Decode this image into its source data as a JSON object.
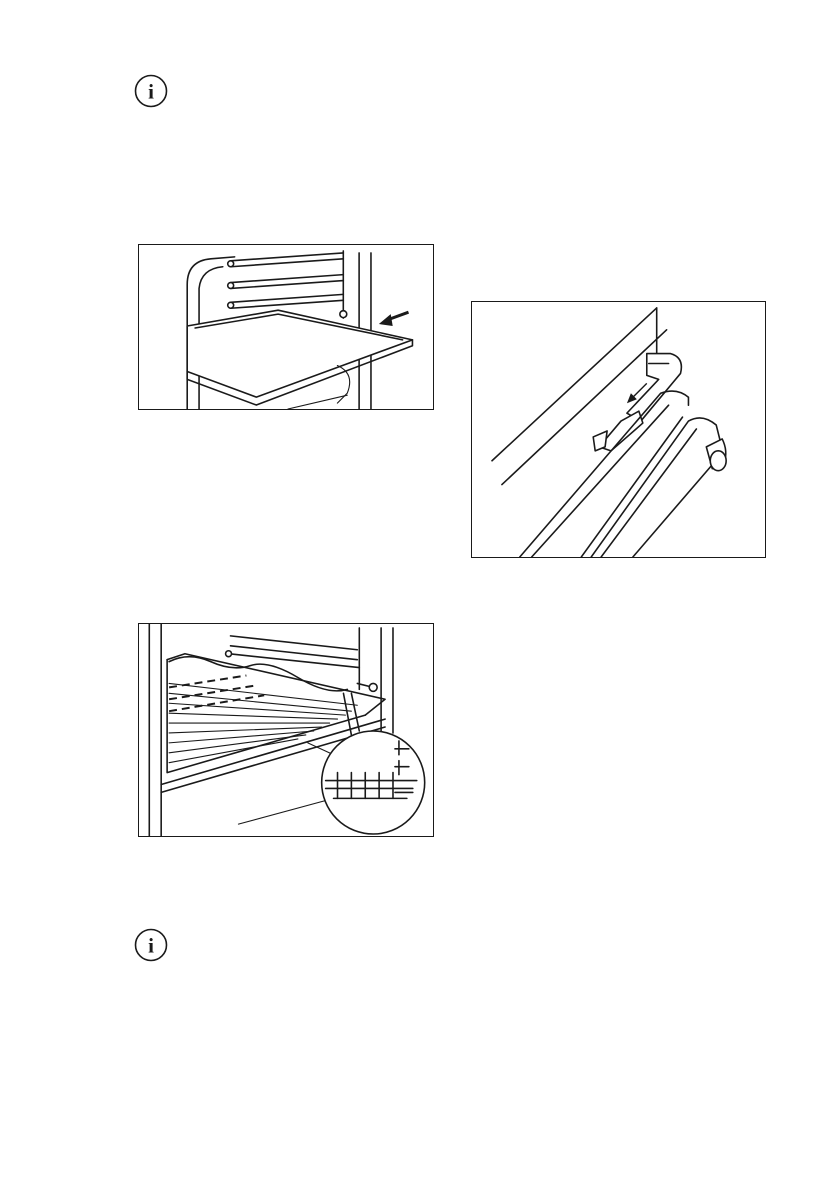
{
  "icons": {
    "info_top": "info-icon",
    "info_bottom": "info-icon",
    "info_glyph": "i"
  },
  "figures": {
    "baking_tray": "baking-tray-insertion-illustration",
    "door_hinge": "door-hinge-illustration",
    "wire_shelf": "wire-shelf-with-tray-illustration"
  }
}
